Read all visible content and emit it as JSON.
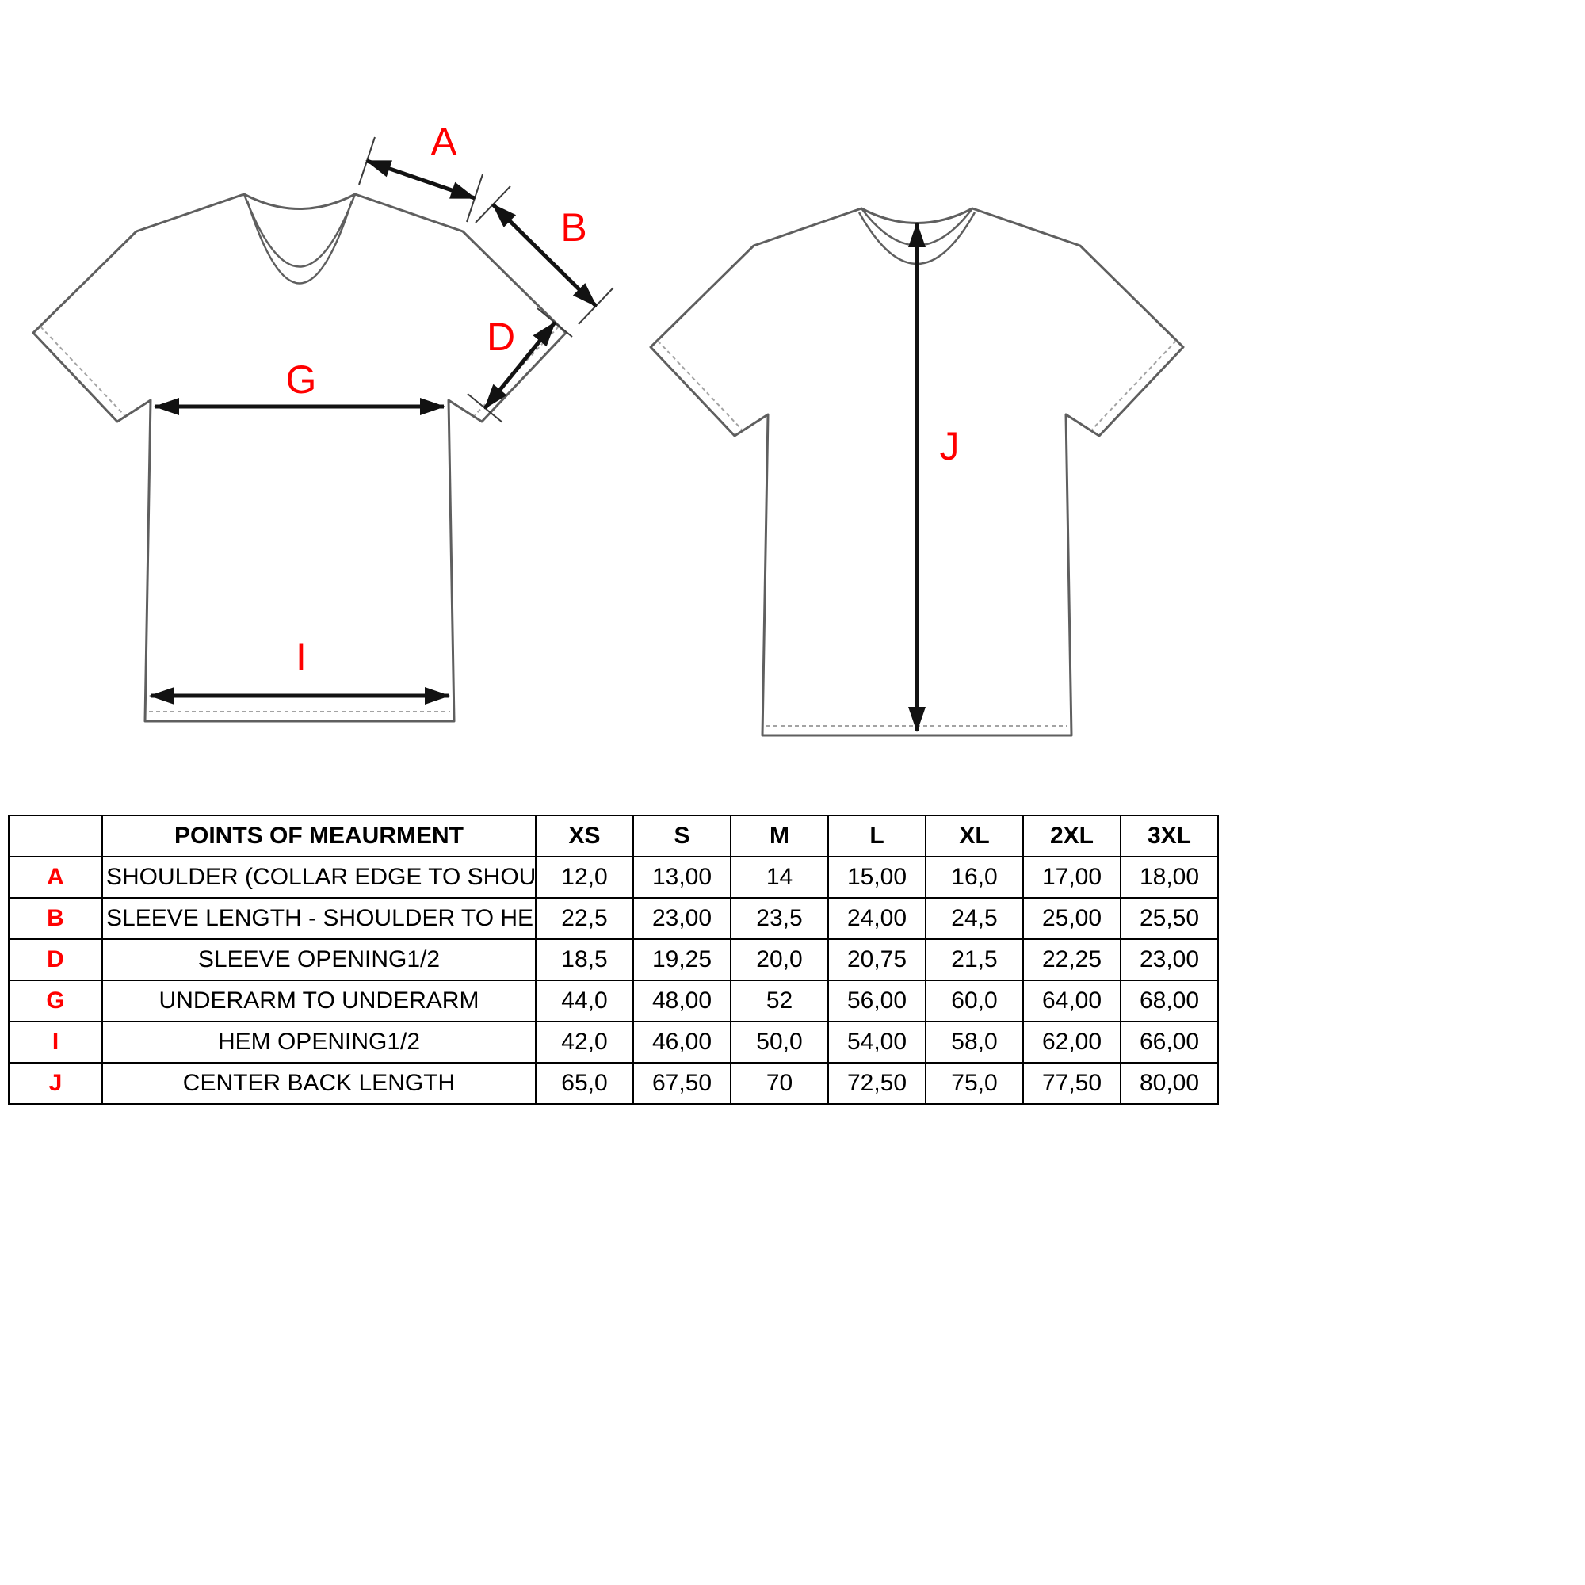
{
  "colors": {
    "accent_red": "#ff0000",
    "arrow_black": "#121212",
    "outline_gray": "#5f5f5f"
  },
  "diagram": {
    "labels": {
      "a": "A",
      "b": "B",
      "d": "D",
      "g": "G",
      "i": "I",
      "j": "J"
    }
  },
  "table": {
    "header": {
      "name": "POINTS OF MEAURMENT",
      "sizes": [
        "XS",
        "S",
        "M",
        "L",
        "XL",
        "2XL",
        "3XL"
      ]
    },
    "rows": [
      {
        "code": "A",
        "name": "SHOULDER (COLLAR EDGE TO SHOULDER EDGE)",
        "values": [
          "12,0",
          "13,00",
          "14",
          "15,00",
          "16,0",
          "17,00",
          "18,00"
        ]
      },
      {
        "code": "B",
        "name": "SLEEVE LENGTH - SHOULDER TO HEM",
        "values": [
          "22,5",
          "23,00",
          "23,5",
          "24,00",
          "24,5",
          "25,00",
          "25,50"
        ]
      },
      {
        "code": "D",
        "name": "SLEEVE OPENING1/2",
        "values": [
          "18,5",
          "19,25",
          "20,0",
          "20,75",
          "21,5",
          "22,25",
          "23,00"
        ]
      },
      {
        "code": "G",
        "name": "UNDERARM TO UNDERARM",
        "values": [
          "44,0",
          "48,00",
          "52",
          "56,00",
          "60,0",
          "64,00",
          "68,00"
        ]
      },
      {
        "code": "I",
        "name": "HEM OPENING1/2",
        "values": [
          "42,0",
          "46,00",
          "50,0",
          "54,00",
          "58,0",
          "62,00",
          "66,00"
        ]
      },
      {
        "code": "J",
        "name": "CENTER BACK LENGTH",
        "values": [
          "65,0",
          "67,50",
          "70",
          "72,50",
          "75,0",
          "77,50",
          "80,00"
        ]
      }
    ]
  }
}
